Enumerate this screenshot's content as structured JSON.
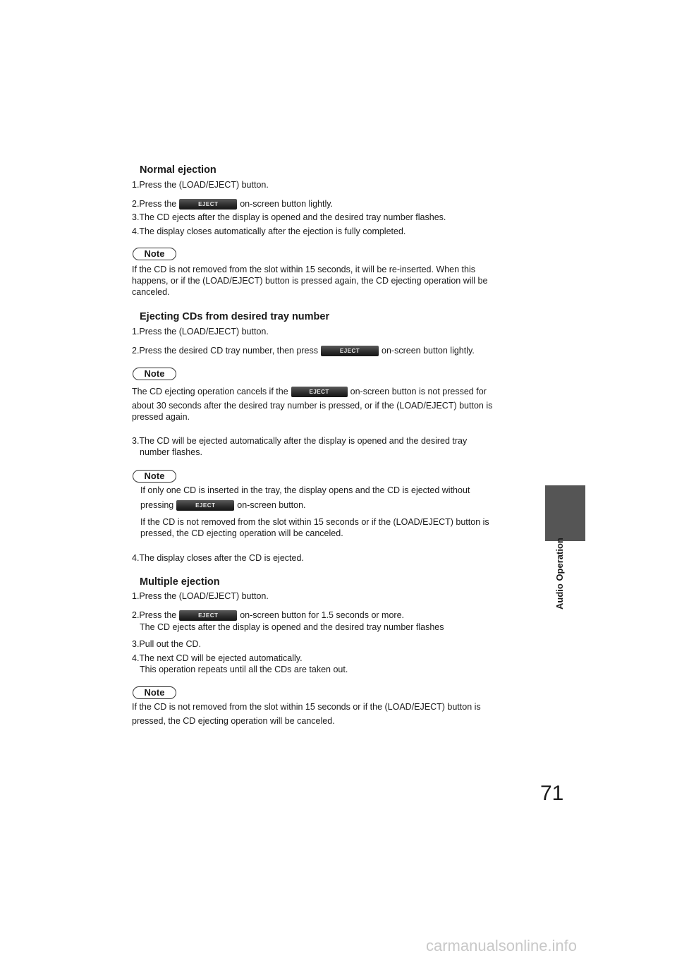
{
  "page_number": "71",
  "side_tab": "Audio Operation",
  "watermark": "carmanualsonline.info",
  "eject_button_label": "EJECT",
  "note_label": "Note",
  "sections": {
    "normal": {
      "heading": "Normal ejection",
      "s1": "1.Press the (LOAD/EJECT) button.",
      "s2a": "2.Press the",
      "s2b": "on-screen button lightly.",
      "s3": "3.The CD ejects after the display is opened and the desired tray number flashes.",
      "s4": "4.The display closes automatically after the ejection is fully completed.",
      "note1": "If the CD is not removed from the slot within 15 seconds, it will be re-inserted. When this",
      "note2": "happens, or if the (LOAD/EJECT) button is pressed again, the CD ejecting operation will be",
      "note3": "canceled."
    },
    "desired": {
      "heading": "Ejecting CDs from desired tray number",
      "s1": "1.Press the (LOAD/EJECT) button.",
      "s2a": "2.Press the desired CD tray number, then press",
      "s2b": "on-screen button lightly.",
      "noteA1a": "The CD ejecting operation cancels if the",
      "noteA1b": "on-screen button is not pressed for",
      "noteA2": "about 30 seconds after the desired tray number is pressed, or if the (LOAD/EJECT) button is",
      "noteA3": "pressed again.",
      "s3a": "3.The CD will be ejected automatically after the display is opened and the desired tray",
      "s3b": "number flashes.",
      "noteB1": "If only one CD is inserted in the tray, the display opens and the CD is ejected without",
      "noteB2a": "pressing",
      "noteB2b": "on-screen button.",
      "noteB3": "If the CD is not removed from the slot within 15 seconds or if the (LOAD/EJECT) button is",
      "noteB4": "pressed, the CD ejecting operation will be canceled.",
      "s4": "4.The display closes after the CD is ejected."
    },
    "multiple": {
      "heading": "Multiple ejection",
      "s1": "1.Press the (LOAD/EJECT) button.",
      "s2a": "2.Press the",
      "s2b": "on-screen button for 1.5 seconds or more.",
      "s2c": "The CD ejects after the display is opened and the desired tray number flashes",
      "s3": "3.Pull out the CD.",
      "s4a": "4.The next CD will be ejected automatically.",
      "s4b": "This operation repeats until all the CDs are taken out.",
      "note1": "If the CD is not removed from the slot within 15 seconds or if the (LOAD/EJECT) button is",
      "note2": "pressed, the CD ejecting operation will be canceled."
    }
  }
}
